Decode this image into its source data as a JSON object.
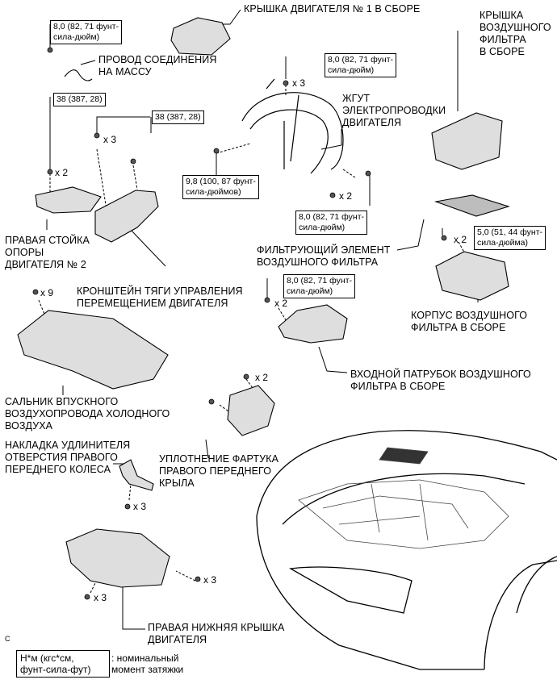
{
  "parts": {
    "engine_cover": "КРЫШКА ДВИГАТЕЛЯ № 1 В СБОРЕ",
    "ground_wire": [
      "ПРОВОД СОЕДИНЕНИЯ",
      "НА МАССУ"
    ],
    "air_cleaner_cap": [
      "КРЫШКА",
      "ВОЗДУШНОГО",
      "ФИЛЬТРА",
      "В СБОРЕ"
    ],
    "engine_harness": [
      "ЖГУТ",
      "ЭЛЕКТРОПРОВОДКИ",
      "ДВИГАТЕЛЯ"
    ],
    "mount_stay": [
      "ПРАВАЯ СТОЙКА",
      "ОПОРЫ",
      "ДВИГАТЕЛЯ № 2"
    ],
    "filter_element": [
      "ФИЛЬТРУЮЩИЙ ЭЛЕМЕНТ",
      "ВОЗДУШНОГО ФИЛЬТРА"
    ],
    "control_rod_bracket": [
      "КРОНШТЕЙН ТЯГИ УПРАВЛЕНИЯ",
      "ПЕРЕМЕЩЕНИЕМ ДВИГАТЕЛЯ"
    ],
    "air_cleaner_case": [
      "КОРПУС ВОЗДУШНОГО",
      "ФИЛЬТРА В СБОРЕ"
    ],
    "inlet_seal": [
      "САЛЬНИК ВПУСКНОГО",
      "ВОЗДУХОПРОВОДА ХОЛОДНОГО",
      "ВОЗДУХА"
    ],
    "inlet_pipe": [
      "ВХОДНОЙ ПАТРУБОК ВОЗДУШНОГО",
      "ФИЛЬТРА В СБОРЕ"
    ],
    "wheel_opening_ext": [
      "НАКЛАДКА УДЛИНИТЕЛЯ",
      "ОТВЕРСТИЯ ПРАВОГО",
      "ПЕРЕДНЕГО КОЛЕСА"
    ],
    "fender_apron_seal": [
      "УПЛОТНЕНИЕ ФАРТУКА",
      "ПРАВОГО ПЕРЕДНЕГО",
      "КРЫЛА"
    ],
    "lower_cover": [
      "ПРАВАЯ НИЖНЯЯ КРЫШКА",
      "ДВИГАТЕЛЯ"
    ]
  },
  "torques": {
    "t_ground": [
      "8,0 (82, 71 фунт-",
      "сила-дюйм)"
    ],
    "t_harness_top": [
      "8,0 (82, 71 фунт-",
      "сила-дюйм)"
    ],
    "t_left38": [
      "38 (387, 28)"
    ],
    "t_right38": [
      "38 (387, 28)"
    ],
    "t_harness_mid": [
      "9,8 (100, 87 фунт-",
      "сила-дюймов)"
    ],
    "t_harness_bot": [
      "8,0 (82, 71 фунт-",
      "сила-дюйм)"
    ],
    "t_case": [
      "5,0 (51, 44 фунт-",
      "сила-дюйма)"
    ],
    "t_inlet": [
      "8,0 (82, 71 фунт-",
      "сила-дюйм)"
    ]
  },
  "counts": {
    "c_harness": "x 3",
    "c_left_bolt": "x 2",
    "c_bracket": "x 3",
    "c_harness_bot": "x 2",
    "c_case": "x 2",
    "c_seal": "x 9",
    "c_inlet": "x 2",
    "c_apron": "x 2",
    "c_ext": "x 3",
    "c_cover_right": "x 3",
    "c_cover_left": "x 3"
  },
  "legend": {
    "box": [
      "Н*м (кгс*см,",
      "фунт-сила-фут)"
    ],
    "text": [
      ": номинальный",
      "момент затяжки"
    ]
  },
  "figure_id": "C"
}
